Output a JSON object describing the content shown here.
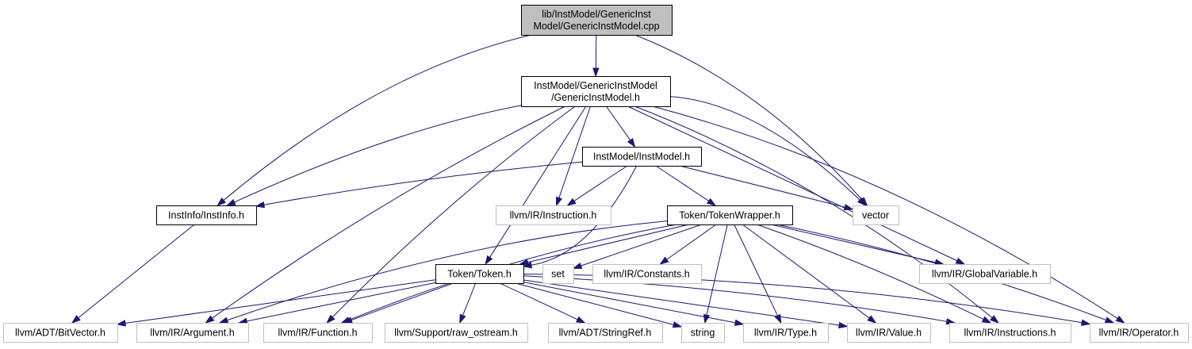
{
  "colors": {
    "edge": "#191970",
    "root_fill": "#bfbfbf",
    "node_fill": "#ffffff",
    "node_border": "#000000",
    "external_border": "#bfbfbf"
  },
  "nodes": [
    {
      "id": "root",
      "lines": [
        "lib/InstModel/GenericInst",
        "Model/GenericInstModel.cpp"
      ],
      "kind": "root"
    },
    {
      "id": "gim_h",
      "lines": [
        "InstModel/GenericInstModel",
        "/GenericInstModel.h"
      ],
      "kind": "local"
    },
    {
      "id": "instmodel_h",
      "lines": [
        "InstModel/InstModel.h"
      ],
      "kind": "local"
    },
    {
      "id": "instinfo_h",
      "lines": [
        "InstInfo/InstInfo.h"
      ],
      "kind": "local"
    },
    {
      "id": "instruction_h",
      "lines": [
        "llvm/IR/Instruction.h"
      ],
      "kind": "external"
    },
    {
      "id": "vector",
      "lines": [
        "vector"
      ],
      "kind": "external"
    },
    {
      "id": "tokenwrapper_h",
      "lines": [
        "Token/TokenWrapper.h"
      ],
      "kind": "local"
    },
    {
      "id": "token_h",
      "lines": [
        "Token/Token.h"
      ],
      "kind": "local"
    },
    {
      "id": "set",
      "lines": [
        "set"
      ],
      "kind": "external"
    },
    {
      "id": "constants_h",
      "lines": [
        "llvm/IR/Constants.h"
      ],
      "kind": "external"
    },
    {
      "id": "globalvariable_h",
      "lines": [
        "llvm/IR/GlobalVariable.h"
      ],
      "kind": "external"
    },
    {
      "id": "bitvector_h",
      "lines": [
        "llvm/ADT/BitVector.h"
      ],
      "kind": "external"
    },
    {
      "id": "argument_h",
      "lines": [
        "llvm/IR/Argument.h"
      ],
      "kind": "external"
    },
    {
      "id": "function_h",
      "lines": [
        "llvm/IR/Function.h"
      ],
      "kind": "external"
    },
    {
      "id": "raw_ostream_h",
      "lines": [
        "llvm/Support/raw_ostream.h"
      ],
      "kind": "external"
    },
    {
      "id": "stringref_h",
      "lines": [
        "llvm/ADT/StringRef.h"
      ],
      "kind": "external"
    },
    {
      "id": "string",
      "lines": [
        "string"
      ],
      "kind": "external"
    },
    {
      "id": "type_h",
      "lines": [
        "llvm/IR/Type.h"
      ],
      "kind": "external"
    },
    {
      "id": "value_h",
      "lines": [
        "llvm/IR/Value.h"
      ],
      "kind": "external"
    },
    {
      "id": "instructions_h",
      "lines": [
        "llvm/IR/Instructions.h"
      ],
      "kind": "external"
    },
    {
      "id": "operator_h",
      "lines": [
        "llvm/IR/Operator.h"
      ],
      "kind": "external"
    }
  ],
  "edges": [
    {
      "from": "root",
      "to": "gim_h"
    },
    {
      "from": "root",
      "to": "instinfo_h"
    },
    {
      "from": "root",
      "to": "vector"
    },
    {
      "from": "gim_h",
      "to": "instmodel_h"
    },
    {
      "from": "gim_h",
      "to": "instinfo_h"
    },
    {
      "from": "gim_h",
      "to": "instruction_h"
    },
    {
      "from": "gim_h",
      "to": "vector"
    },
    {
      "from": "gim_h",
      "to": "token_h"
    },
    {
      "from": "gim_h",
      "to": "globalvariable_h"
    },
    {
      "from": "gim_h",
      "to": "argument_h"
    },
    {
      "from": "gim_h",
      "to": "function_h"
    },
    {
      "from": "gim_h",
      "to": "instructions_h"
    },
    {
      "from": "gim_h",
      "to": "operator_h"
    },
    {
      "from": "instmodel_h",
      "to": "instinfo_h"
    },
    {
      "from": "instmodel_h",
      "to": "instruction_h"
    },
    {
      "from": "instmodel_h",
      "to": "vector"
    },
    {
      "from": "instmodel_h",
      "to": "tokenwrapper_h"
    },
    {
      "from": "instmodel_h",
      "to": "token_h"
    },
    {
      "from": "instinfo_h",
      "to": "bitvector_h"
    },
    {
      "from": "tokenwrapper_h",
      "to": "token_h"
    },
    {
      "from": "tokenwrapper_h",
      "to": "set"
    },
    {
      "from": "tokenwrapper_h",
      "to": "constants_h"
    },
    {
      "from": "tokenwrapper_h",
      "to": "globalvariable_h"
    },
    {
      "from": "tokenwrapper_h",
      "to": "argument_h"
    },
    {
      "from": "tokenwrapper_h",
      "to": "function_h"
    },
    {
      "from": "tokenwrapper_h",
      "to": "string"
    },
    {
      "from": "tokenwrapper_h",
      "to": "type_h"
    },
    {
      "from": "tokenwrapper_h",
      "to": "value_h"
    },
    {
      "from": "tokenwrapper_h",
      "to": "instructions_h"
    },
    {
      "from": "tokenwrapper_h",
      "to": "operator_h"
    },
    {
      "from": "token_h",
      "to": "bitvector_h"
    },
    {
      "from": "token_h",
      "to": "argument_h"
    },
    {
      "from": "token_h",
      "to": "function_h"
    },
    {
      "from": "token_h",
      "to": "raw_ostream_h"
    },
    {
      "from": "token_h",
      "to": "stringref_h"
    },
    {
      "from": "token_h",
      "to": "string"
    },
    {
      "from": "token_h",
      "to": "type_h"
    },
    {
      "from": "token_h",
      "to": "value_h"
    },
    {
      "from": "token_h",
      "to": "instructions_h"
    },
    {
      "from": "token_h",
      "to": "operator_h"
    }
  ]
}
